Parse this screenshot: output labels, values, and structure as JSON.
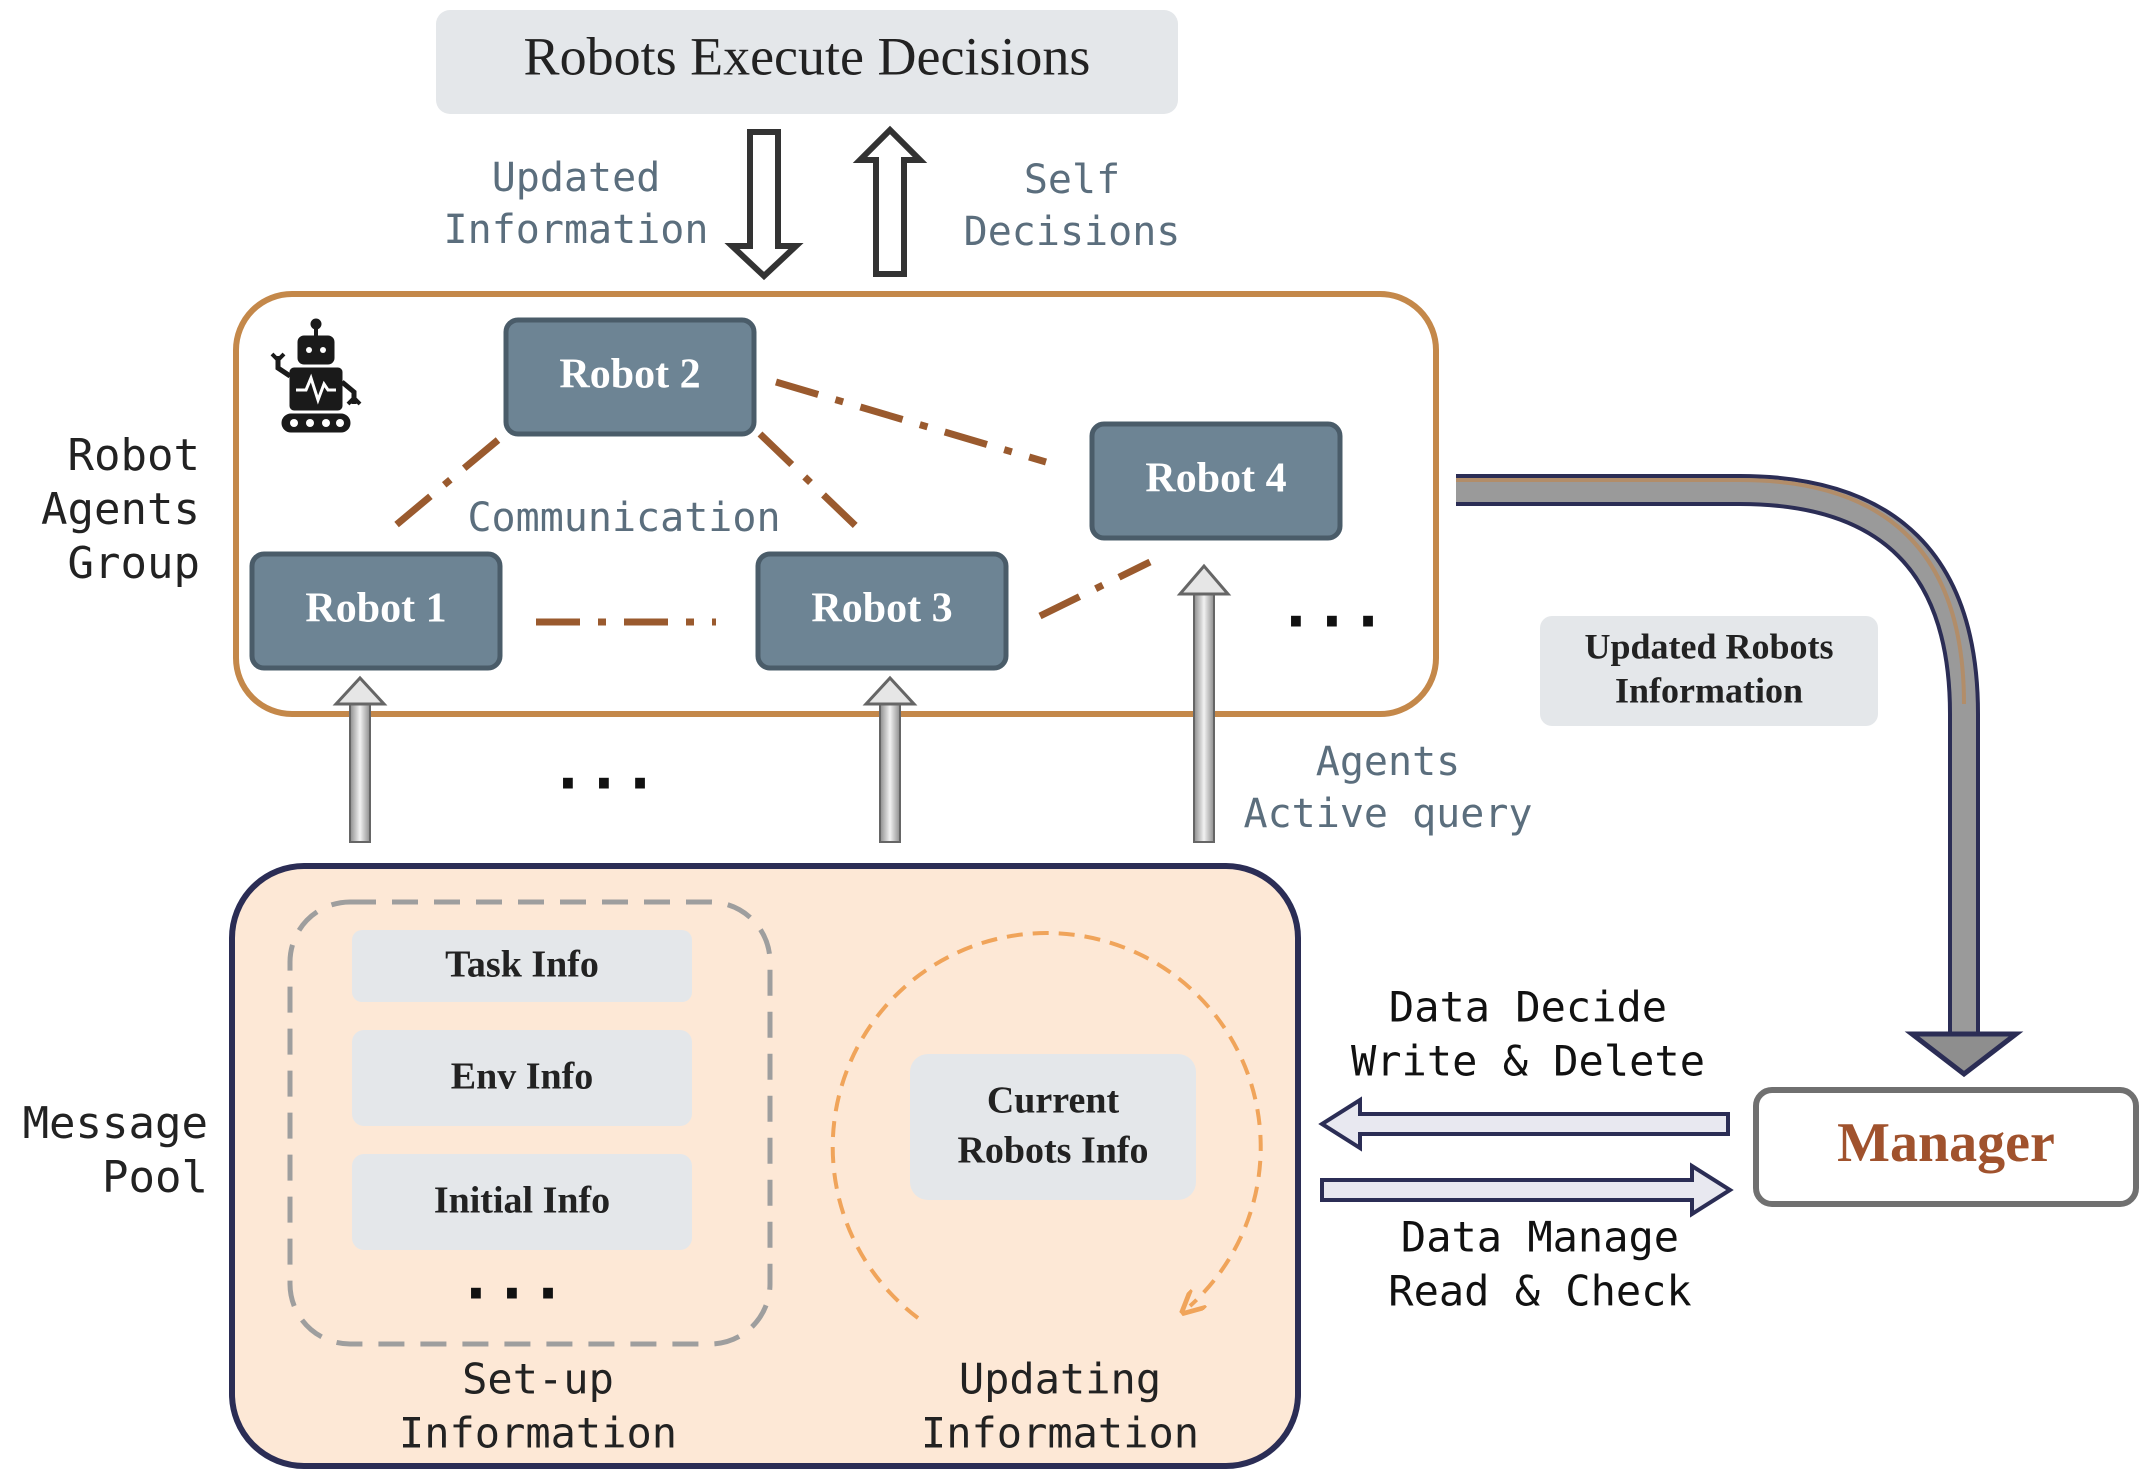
{
  "title": "Robots Execute Decisions",
  "arrows_top": {
    "down_label": [
      "Updated",
      "Information"
    ],
    "up_label": [
      "Self",
      "Decisions"
    ]
  },
  "robot_group": {
    "label": [
      "Robot",
      "Agents",
      "Group"
    ],
    "robots": [
      "Robot 1",
      "Robot 2",
      "Robot 3",
      "Robot 4"
    ],
    "communication_label": "Communication",
    "ellipsis": "..."
  },
  "between_ellipsis": "...",
  "agents_query": [
    "Agents",
    "Active query"
  ],
  "updated_robots_info": [
    "Updated Robots",
    "Information"
  ],
  "message_pool": {
    "label": [
      "Message",
      "Pool"
    ],
    "setup_items": [
      "Task Info",
      "Env Info",
      "Initial Info"
    ],
    "setup_ellipsis": "...",
    "setup_caption": [
      "Set-up",
      "Information"
    ],
    "current_box": [
      "Current",
      "Robots Info"
    ],
    "updating_caption": [
      "Updating",
      "Information"
    ]
  },
  "manager": {
    "label": "Manager",
    "write_label": [
      "Data Decide",
      "Write & Delete"
    ],
    "read_label": [
      "Data Manage",
      "Read & Check"
    ]
  },
  "colors": {
    "robot_fill": "#6d8494",
    "robot_stroke": "#4a5c69",
    "orange_border": "#c4884a",
    "pool_fill": "#fde8d6",
    "pool_border": "#2b2d55",
    "dash_brown": "#9a5a2e",
    "slate_text": "#5b6e7d",
    "manager_text": "#a0522d",
    "gray_box": "#e4e7ea",
    "dashed_orange": "#f0a45a"
  }
}
